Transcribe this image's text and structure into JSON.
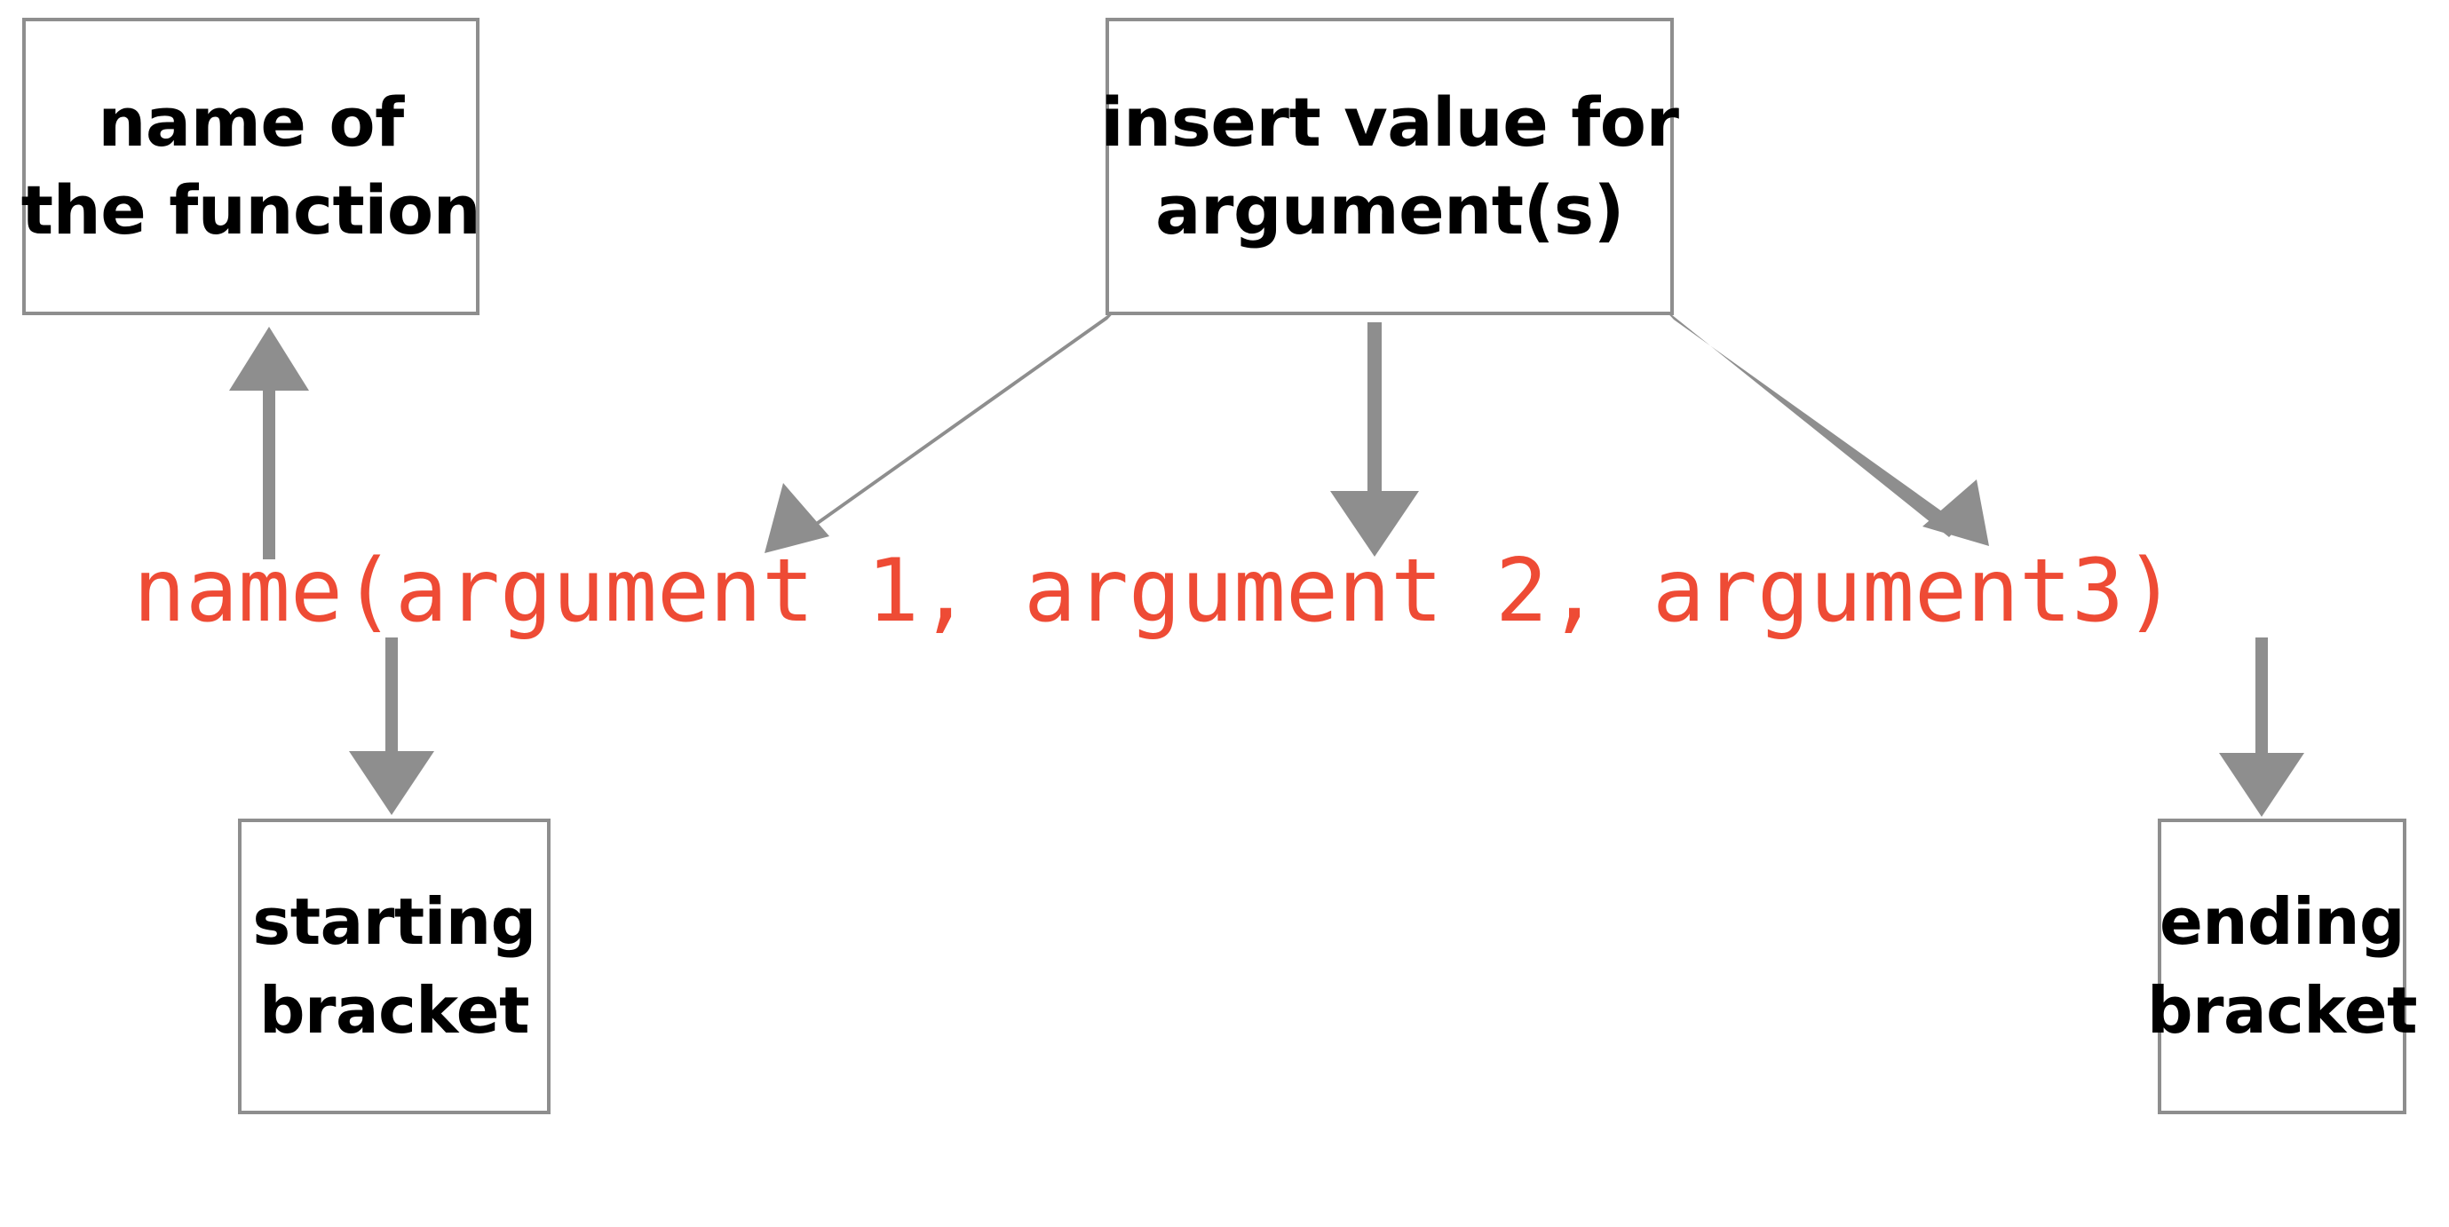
{
  "diagram": {
    "title_text_color": "#000000",
    "accent_code_color": "#ee4b35",
    "arrow_color": "#8e8e8e",
    "box_border_color": "#8e8e8e",
    "background_color": "#ffffff",
    "code": {
      "full_text": "name(argument 1, argument 2, argument3)",
      "tokens": {
        "function_name": "name",
        "open_bracket": "(",
        "arguments": "argument 1, argument 2, argument3",
        "close_bracket": ")"
      }
    },
    "boxes": [
      {
        "id": "name-of-function",
        "line1": "name of",
        "line2": "the function"
      },
      {
        "id": "insert-value",
        "line1": "insert value for",
        "line2": "argument(s)"
      },
      {
        "id": "starting-bracket",
        "line1": "starting",
        "line2": "bracket"
      },
      {
        "id": "ending-bracket",
        "line1": "ending",
        "line2": "bracket"
      }
    ],
    "arrows": [
      {
        "id": "to-function-name",
        "direction": "up",
        "from": "function-name-token",
        "to": "name-of-function"
      },
      {
        "id": "to-argument-1",
        "direction": "down-left",
        "from": "insert-value",
        "to": "argument-1"
      },
      {
        "id": "to-argument-2",
        "direction": "down",
        "from": "insert-value",
        "to": "argument-2"
      },
      {
        "id": "to-argument-3",
        "direction": "down-right",
        "from": "insert-value",
        "to": "argument-3"
      },
      {
        "id": "to-starting-bracket",
        "direction": "down",
        "from": "open-bracket-token",
        "to": "starting-bracket"
      },
      {
        "id": "to-ending-bracket",
        "direction": "down",
        "from": "close-bracket-token",
        "to": "ending-bracket"
      }
    ]
  }
}
